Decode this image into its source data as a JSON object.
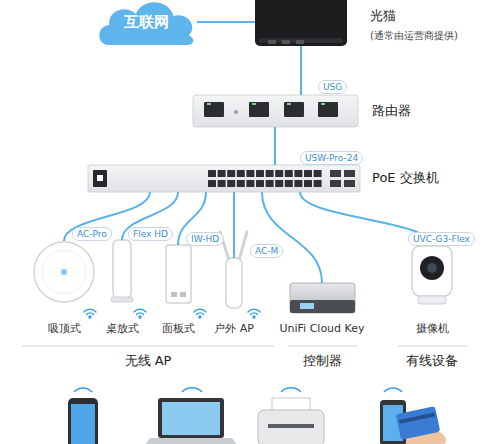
{
  "diagram": {
    "nodes": [
      {
        "text": [
          "互联网"
        ]
      },
      {
        "text": [
          "光猫",
          "(通常由运营商提供)"
        ]
      },
      {
        "text": [
          "USG",
          "路由器"
        ]
      },
      {
        "text": [
          "USW-Pro-24",
          "PoE 交换机"
        ]
      },
      {
        "text": [
          "AC-Pro",
          "吸顶式"
        ]
      },
      {
        "text": [
          "Flex HD",
          "桌放式"
        ]
      },
      {
        "text": [
          "IW-HD",
          "面板式"
        ]
      },
      {
        "text": [
          "AC-M",
          "户外 AP"
        ]
      },
      {
        "text": [
          "UniFi Cloud Key"
        ]
      },
      {
        "text": [
          "UVC-G3-Flex",
          "摄像机"
        ]
      }
    ],
    "edges": [
      {
        "from": 0,
        "to": 1,
        "arrow": "none"
      },
      {
        "from": 1,
        "to": 2,
        "arrow": "none"
      },
      {
        "from": 2,
        "to": 3,
        "arrow": "none"
      },
      {
        "from": 3,
        "to": 4,
        "arrow": "none"
      },
      {
        "from": 3,
        "to": 5,
        "arrow": "none"
      },
      {
        "from": 3,
        "to": 6,
        "arrow": "none"
      },
      {
        "from": 3,
        "to": 7,
        "arrow": "none"
      },
      {
        "from": 3,
        "to": 8,
        "arrow": "none"
      },
      {
        "from": 3,
        "to": 9,
        "arrow": "none"
      }
    ],
    "labels": [
      "无线 AP",
      "控制器",
      "有线设备"
    ]
  }
}
